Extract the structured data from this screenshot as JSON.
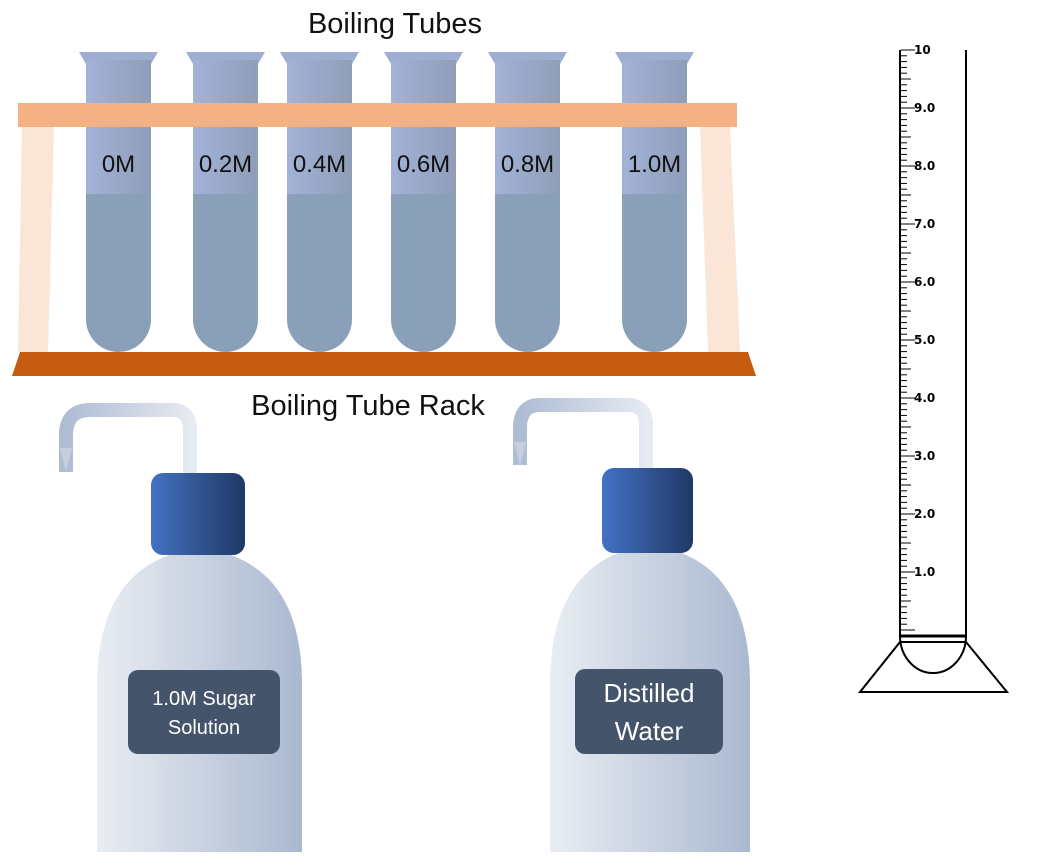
{
  "title": "Boiling Tubes",
  "rack_label": "Boiling Tube Rack",
  "tubes": [
    {
      "label": "0M"
    },
    {
      "label": "0.2M"
    },
    {
      "label": "0.4M"
    },
    {
      "label": "0.6M"
    },
    {
      "label": "0.8M"
    },
    {
      "label": "1.0M"
    }
  ],
  "bottles": [
    {
      "label_line1": "1.0M Sugar",
      "label_line2": "Solution"
    },
    {
      "label_line1": "Distilled",
      "label_line2": "Water"
    }
  ],
  "cylinder": {
    "scale_labels": [
      "1.0",
      "2.0",
      "3.0",
      "4.0",
      "5.0",
      "6.0",
      "7.0",
      "8.0",
      "9.0",
      "10"
    ]
  },
  "colors": {
    "tube_glass": "#9daed0",
    "tube_liquid": "#8aa0b8",
    "rack_top": "#f4b183",
    "rack_legs": "#fbe5d6",
    "rack_base": "#c55a11",
    "cap_light": "#4472c4",
    "cap_dark": "#203864",
    "label_bg": "#44546a"
  }
}
